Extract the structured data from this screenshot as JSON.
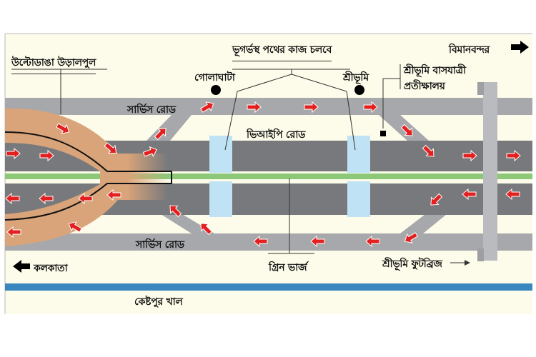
{
  "labels": {
    "flyover": "উল্টোডাঙা উড়ালপুল",
    "underground": "ভূগর্ভস্থ পথের কাজ চলবে",
    "airport": "বিমানবন্দর",
    "golaghata": "গোলাঘাটা",
    "sribhumi": "শ্রীভূমি",
    "bus_shelter": "শ্রীভূমি বাসযাত্রী প্রতীক্ষালয়",
    "service_road_top": "সার্ভিস রোড",
    "vip_road": "ভিআইপি রোড",
    "service_road_bottom": "সার্ভিস রোড",
    "kolkata": "কলকাতা",
    "green_verge": "গ্রিন ভার্জ",
    "footbridge": "শ্রীভূমি ফুটব্রিজ",
    "canal": "কেষ্টপুর খাল"
  },
  "colors": {
    "background": "#fdfbe9",
    "service_road": "#a6a8ab",
    "main_road": "#77797c",
    "flyover": "#d9a47a",
    "median": "#8cc878",
    "underpass": "#bfe3f5",
    "canal": "#3a86bf",
    "arrow": "#e3201f",
    "footbridge": "#b9bbbe"
  }
}
